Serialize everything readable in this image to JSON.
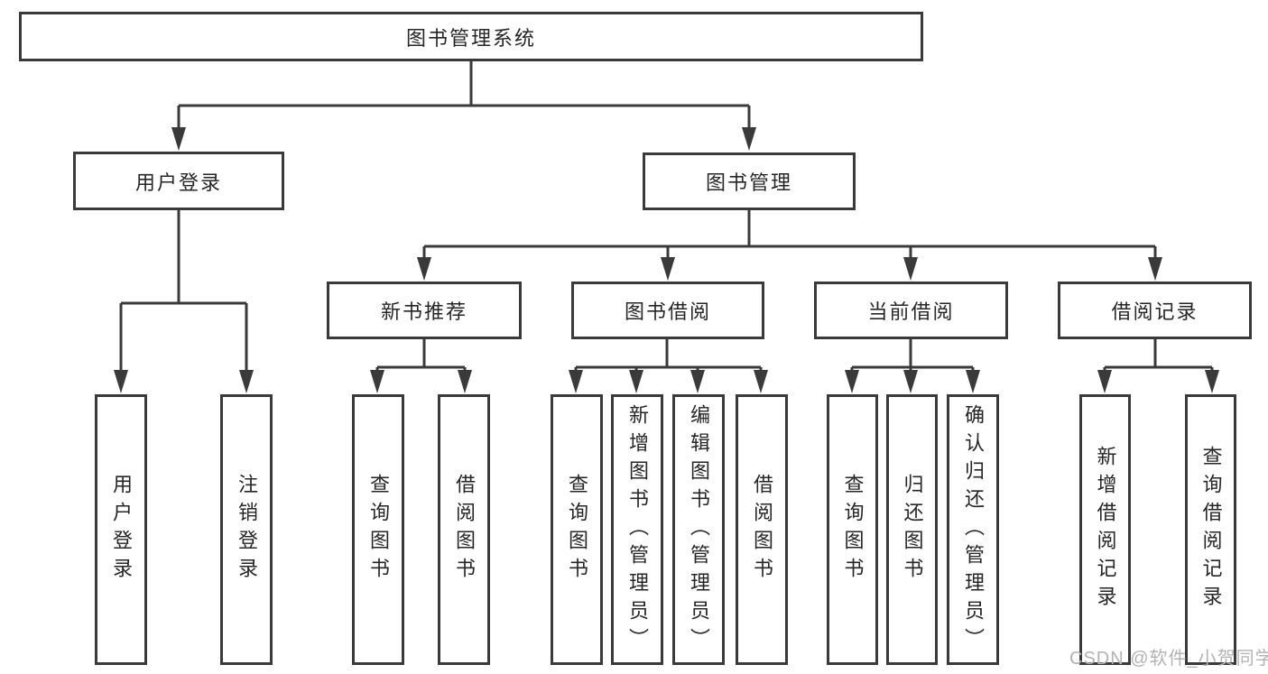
{
  "diagram": {
    "root": {
      "label": "图书管理系统"
    },
    "branches": [
      {
        "label": "用户登录",
        "leaves": [
          "用户登录",
          "注销登录"
        ]
      },
      {
        "label": "图书管理",
        "sections": [
          {
            "label": "新书推荐",
            "leaves": [
              "查询图书",
              "借阅图书"
            ]
          },
          {
            "label": "图书借阅",
            "leaves": [
              "查询图书",
              "新增图书（管理员）",
              "编辑图书（管理员）",
              "借阅图书"
            ]
          },
          {
            "label": "当前借阅",
            "leaves": [
              "查询图书",
              "归还图书",
              "确认归还（管理员）"
            ]
          },
          {
            "label": "借阅记录",
            "leaves": [
              "新增借阅记录",
              "查询借阅记录"
            ]
          }
        ]
      }
    ]
  },
  "watermark": {
    "text": "CSDN @软件_小贺同学",
    "color": "#b3b3b3"
  },
  "colors": {
    "line": "#3a3a3a",
    "text": "#262626",
    "box_background": "#ffffff"
  }
}
